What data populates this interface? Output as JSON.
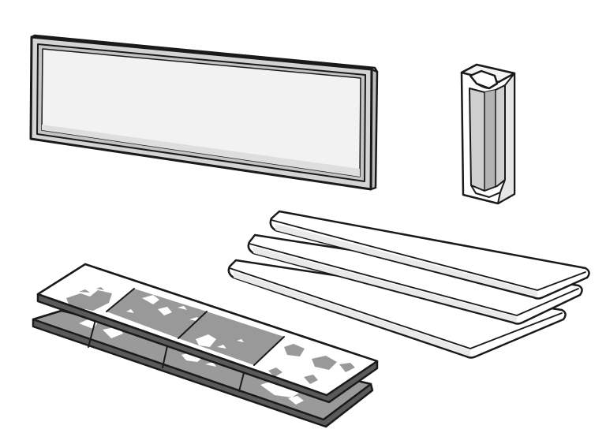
{
  "scene": {
    "background": "#ffffff",
    "outline_color": "#1a1a1a",
    "colors": {
      "panel_face": "#f2f2f2",
      "panel_frame": "#d4d4d4",
      "panel_shade": "#bdbdbd",
      "plank_face": "#ffffff",
      "plank_shade": "#e9e9e9",
      "marble_gray": "#999999",
      "marble_light": "#ffffff",
      "corner_inner": "#cfcfcf",
      "corner_dark": "#a8a8a8"
    },
    "objects": [
      {
        "id": "framed-panel",
        "icon": "framed-panel-icon"
      },
      {
        "id": "corner-trim",
        "icon": "corner-trim-icon"
      },
      {
        "id": "planks",
        "icon": "stacked-planks-icon",
        "count": 3
      },
      {
        "id": "marble-strips",
        "icon": "marble-tile-strips-icon",
        "count": 2
      }
    ]
  }
}
